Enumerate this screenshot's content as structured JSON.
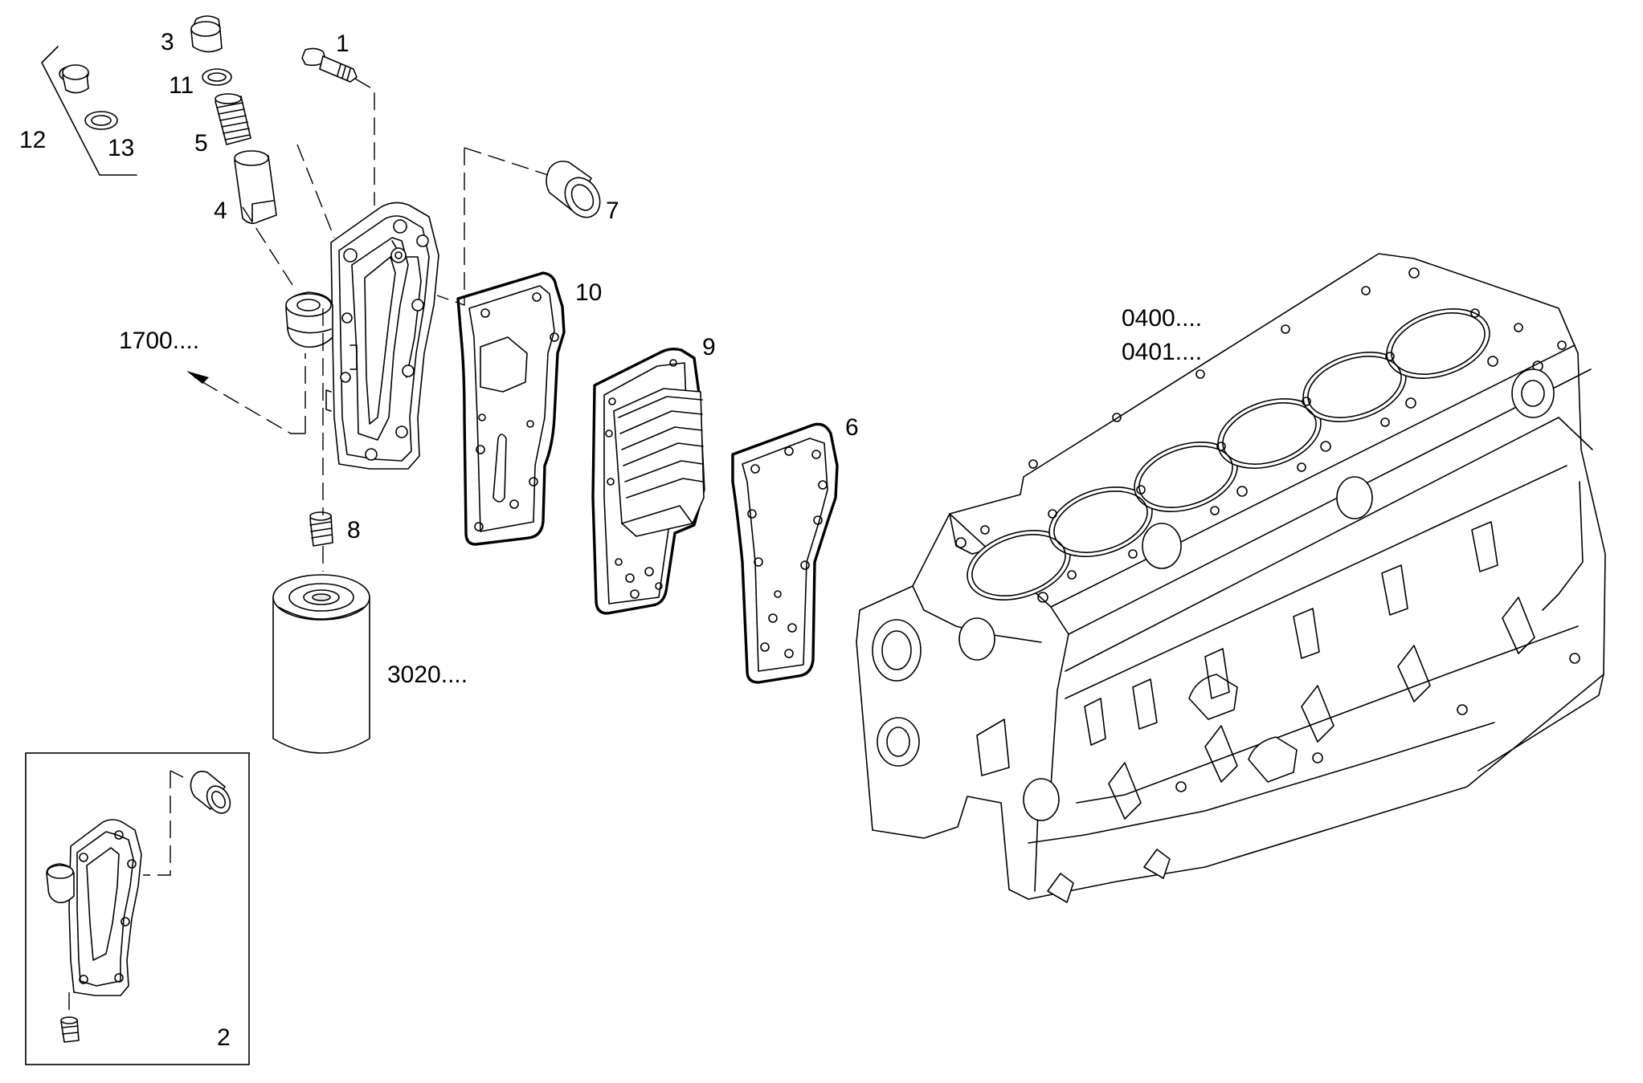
{
  "diagram": {
    "callouts": {
      "c1": "1",
      "c2": "2",
      "c3": "3",
      "c4": "4",
      "c5": "5",
      "c6": "6",
      "c7": "7",
      "c8": "8",
      "c9": "9",
      "c10": "10",
      "c11": "11",
      "c12": "12",
      "c13": "13",
      "ref_filter": "3020....",
      "ref_cooling": "1700....",
      "ref_block_a": "0400....",
      "ref_block_b": "0401...."
    }
  }
}
